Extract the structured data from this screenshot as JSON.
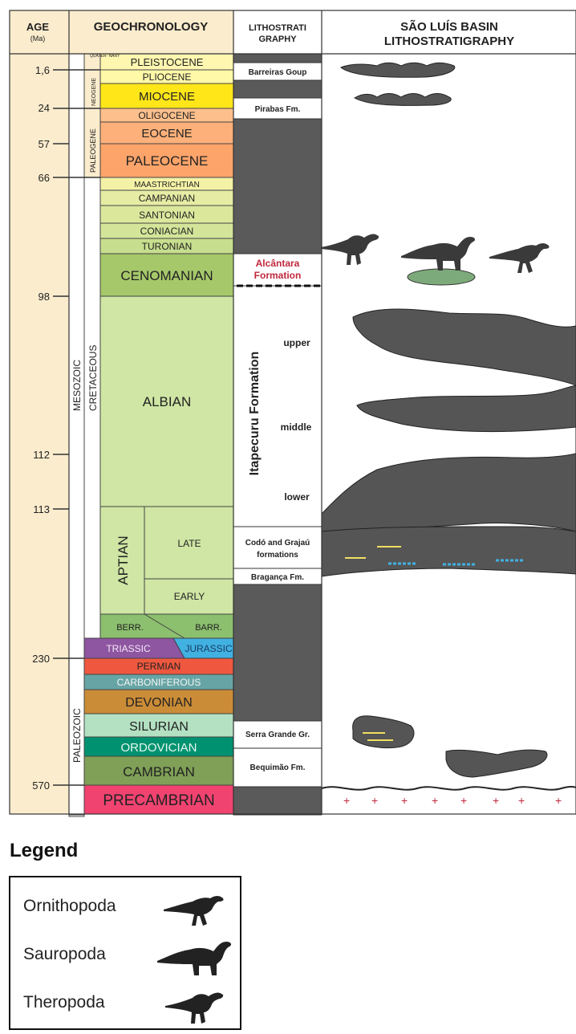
{
  "header": {
    "age_label": "AGE",
    "age_unit": "(Ma)",
    "geochronology": "GEOCHRONOLOGY",
    "litho_line1": "LITHOSTRATI",
    "litho_line2": "GRAPHY",
    "basin_line1": "SÃO LUÍS BASIN",
    "basin_line2": "LITHOSTRATIGRAPHY"
  },
  "age_ticks": [
    "1,6",
    "24",
    "57",
    "66",
    "98",
    "112",
    "113",
    "230",
    "570"
  ],
  "eras": {
    "quaternary": "QUATER-\nNARY",
    "neogene": "NEOGENE",
    "paleogene": "PALEOGENE",
    "mesozoic": "MESOZOIC",
    "cretaceous": "CRETACEOUS",
    "paleozoic": "PALEOZOIC"
  },
  "stages": {
    "pleistocene": "PLEISTOCENE",
    "pliocene": "PLIOCENE",
    "miocene": "MIOCENE",
    "oligocene": "OLIGOCENE",
    "eocene": "EOCENE",
    "paleocene": "PALEOCENE",
    "maastrichtian": "MAASTRICHTIAN",
    "campanian": "CAMPANIAN",
    "santonian": "SANTONIAN",
    "coniacian": "CONIACIAN",
    "turonian": "TURONIAN",
    "cenomanian": "CENOMANIAN",
    "albian": "ALBIAN",
    "aptian": "APTIAN",
    "late": "LATE",
    "early": "EARLY",
    "berr": "BERR.",
    "barr": "BARR.",
    "triassic": "TRIASSIC",
    "jurassic": "JURASSIC",
    "permian": "PERMIAN",
    "carboniferous": "CARBONIFEROUS",
    "devonian": "DEVONIAN",
    "silurian": "SILURIAN",
    "ordovician": "ORDOVICIAN",
    "cambrian": "CAMBRIAN",
    "precambrian": "PRECAMBRIAN"
  },
  "formations": {
    "barreiras": "Barreiras Goup",
    "pirabas": "Pirabas Fm.",
    "alcantara_line1": "Alcântara",
    "alcantara_line2": "Formation",
    "itapecuru": "Itapecuru Formation",
    "upper": "upper",
    "middle": "middle",
    "lower": "lower",
    "codo_line1": "Codó and Grajaú",
    "codo_line2": "formations",
    "braganca": "Bragança Fm.",
    "serra_grande": "Serra Grande Gr.",
    "bequimao": "Bequimão Fm."
  },
  "colors": {
    "age_column": "#fbeccd",
    "lithology_dark": "#5a5a5a",
    "alcantara_red": "#c0283c",
    "neogene": "#fff9a8",
    "miocene": "#ffe619",
    "paleogene": "#fdb682",
    "upper_cretaceous": "#d4e59a",
    "cenomanian": "#a6c86a",
    "lower_cretaceous": "#cfe6a4",
    "berr_barr": "#8cbf6e",
    "triassic": "#8e55a1",
    "jurassic": "#41b1e1",
    "permian": "#ef583f",
    "carboniferous": "#67a5a5",
    "devonian": "#cb8c37",
    "silurian": "#b3e1c2",
    "ordovician": "#009270",
    "cambrian": "#7fa056",
    "precambrian": "#f04370",
    "sauropod_egg": "#7daa7a"
  },
  "legend": {
    "title": "Legend",
    "items": [
      {
        "label": "Ornithopoda",
        "icon": "ornithopod-silhouette"
      },
      {
        "label": "Sauropoda",
        "icon": "sauropod-silhouette"
      },
      {
        "label": "Theropoda",
        "icon": "theropod-silhouette"
      }
    ]
  }
}
